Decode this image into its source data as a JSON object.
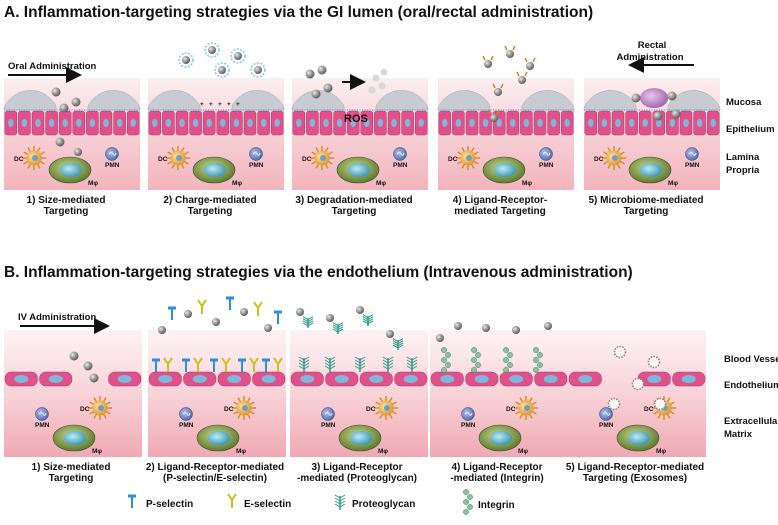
{
  "section_a": {
    "title": "A. Inflammation-targeting strategies via the GI lumen (oral/rectal administration)",
    "oral_admin": "Oral Administration",
    "rectal_admin": [
      "Rectal",
      "Administration"
    ],
    "ros": "ROS",
    "layers": {
      "mucosa": "Mucosa",
      "epithelium": "Epithelium",
      "lamina": [
        "Lamina",
        "Propria"
      ]
    },
    "cells": {
      "dc": "DC",
      "pmn": "PMN",
      "mphi": "Mφ"
    },
    "panels": [
      {
        "caption": [
          "1) Size-mediated",
          "Targeting"
        ]
      },
      {
        "caption": [
          "2) Charge-mediated",
          "Targeting"
        ]
      },
      {
        "caption": [
          "3) Degradation-mediated",
          "Targeting"
        ]
      },
      {
        "caption": [
          "4) Ligand-Receptor-",
          "mediated Targeting"
        ]
      },
      {
        "caption": [
          "5) Microbiome-mediated",
          "Targeting"
        ]
      }
    ]
  },
  "section_b": {
    "title": "B. Inflammation-targeting strategies via the endothelium (Intravenous administration)",
    "iv_admin": "IV Administration",
    "layers": {
      "blood_vessel": "Blood Vessel",
      "endothelium": "Endothelium",
      "ecm": [
        "Extracellular",
        "Matrix"
      ]
    },
    "cells": {
      "dc": "DC",
      "pmn": "PMN",
      "mphi": "Mφ"
    },
    "panels": [
      {
        "caption": [
          "1) Size-mediated",
          "Targeting"
        ]
      },
      {
        "caption": [
          "2) Ligand-Receptor-mediated",
          "(P-selectin/E-selectin)"
        ]
      },
      {
        "caption": [
          "3) Ligand-Receptor",
          "-mediated (Proteoglycan)"
        ]
      },
      {
        "caption": [
          "4) Ligand-Receptor",
          "-mediated (Integrin)"
        ]
      },
      {
        "caption": [
          "5) Ligand-Receptor-mediated",
          "Targeting (Exosomes)"
        ]
      }
    ],
    "legend": [
      "P-selectin",
      "E-selectin",
      "Proteoglycan",
      "Integrin"
    ]
  },
  "colors": {
    "tissue_top": "#f9e3e6",
    "tissue_bottom": "#f4b6c0",
    "epithelial_cell": "#e0508a",
    "nucleus": "#7fb6d9",
    "mucus": "#b9c2cc",
    "macrophage": "#6f8f3a",
    "dc": "#e7a93c",
    "pmn": "#5a6fb0",
    "particle": "#8a8a8a",
    "p_selectin": "#2f8fd6",
    "e_selectin": "#c8c21e",
    "proteoglycan": "#2e9a8e",
    "integrin": "#5d9a7a"
  }
}
